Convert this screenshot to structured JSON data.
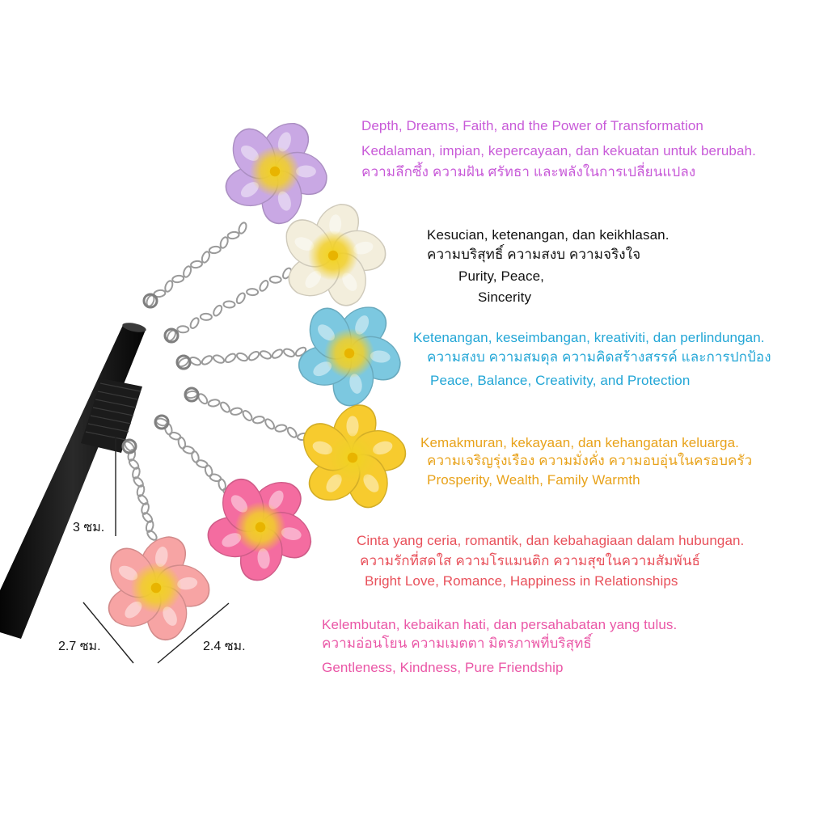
{
  "colors": {
    "purple": "#c85ad8",
    "black": "#111111",
    "blue": "#22a6d6",
    "orange": "#e8a21a",
    "red": "#e8505a",
    "pink": "#ea56a6"
  },
  "flowers": [
    {
      "name": "purple",
      "color": "#c9a8e4",
      "lines": [
        "Depth, Dreams, Faith, and the Power of Transformation",
        "Kedalaman, impian, kepercayaan, dan kekuatan untuk berubah.",
        "ความลึกซึ้ง ความฝัน ศรัทธา และพลังในการเปลี่ยนแปลง"
      ]
    },
    {
      "name": "white",
      "color": "#f3eedc",
      "lines": [
        "Kesucian, ketenangan, dan keikhlasan.",
        "ความบริสุทธิ์ ความสงบ ความจริงใจ",
        "Purity, Peace,",
        "Sincerity"
      ]
    },
    {
      "name": "blue",
      "color": "#7cc8e0",
      "lines": [
        "Ketenangan, keseimbangan, kreativiti, dan perlindungan.",
        "ความสงบ ความสมดุล ความคิดสร้างสรรค์ และการปกป้อง",
        "Peace, Balance, Creativity, and Protection"
      ]
    },
    {
      "name": "yellow",
      "color": "#f7cb2e",
      "lines": [
        "Kemakmuran, kekayaan, dan kehangatan keluarga.",
        "ความเจริญรุ่งเรือง ความมั่งคั่ง ความอบอุ่นในครอบครัว",
        "Prosperity, Wealth, Family Warmth"
      ]
    },
    {
      "name": "hot-pink",
      "color": "#f46ca0",
      "lines": [
        "Cinta yang ceria, romantik, dan kebahagiaan dalam hubungan.",
        "ความรักที่สดใส ความโรแมนติก ความสุขในความสัมพันธ์",
        "Bright Love, Romance, Happiness in Relationships"
      ]
    },
    {
      "name": "light-pink",
      "color": "#f7a4a4",
      "lines": [
        "Kelembutan, kebaikan hati, dan persahabatan yang tulus.",
        "ความอ่อนโยน ความเมตตา มิตรภาพที่บริสุทธิ์",
        "Gentleness, Kindness, Pure Friendship"
      ]
    }
  ],
  "dimensions": {
    "height": "3 ซม.",
    "width_left": "2.7 ซม.",
    "width_right": "2.4 ซม."
  }
}
